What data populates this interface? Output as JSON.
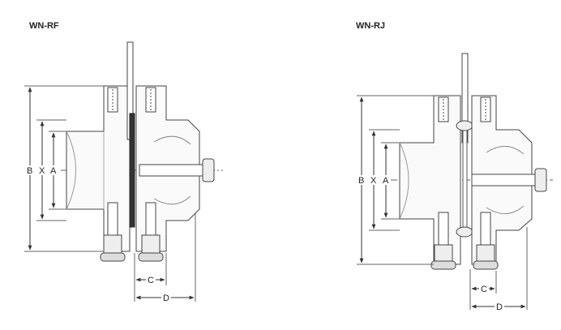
{
  "figures": [
    {
      "id": "wn-rf",
      "title": "WN-RF",
      "dims": {
        "b": "B",
        "x": "X",
        "a": "A",
        "c": "C",
        "d": "D"
      }
    },
    {
      "id": "wn-rj",
      "title": "WN-RJ",
      "dims": {
        "b": "B",
        "x": "X",
        "a": "A",
        "c": "C",
        "d": "D"
      }
    }
  ]
}
